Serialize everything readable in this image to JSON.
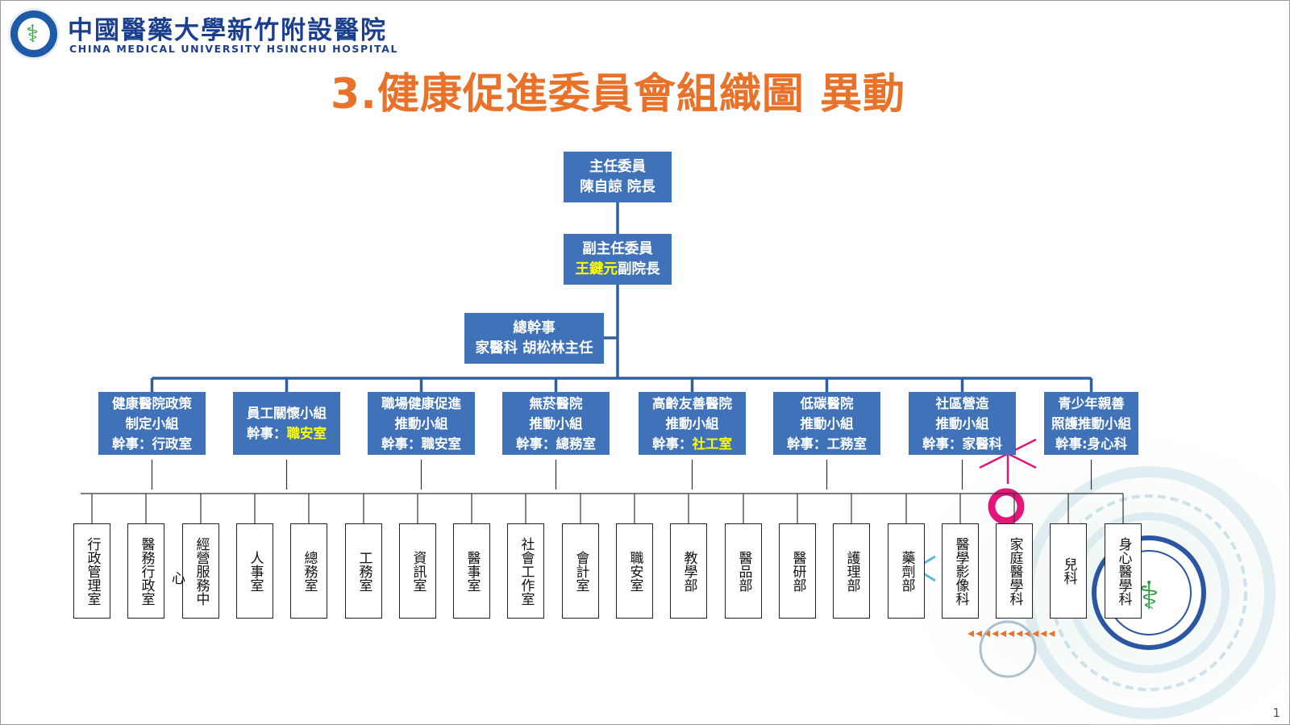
{
  "header": {
    "hospital_zh": "中國醫藥大學新竹附設醫院",
    "hospital_en": "CHINA MEDICAL UNIVERSITY HSINCHU HOSPITAL",
    "title": "3.健康促進委員會組織圖 異動"
  },
  "top": {
    "chair_line1": "主任委員",
    "chair_line2": "陳自諒 院長",
    "vice_line1": "副主任委員",
    "vice_name": "王鍵元",
    "vice_rest": "副院長",
    "sec_line1": "總幹事",
    "sec_line2": "家醫科 胡松林主任"
  },
  "groups": [
    {
      "l1": "健康醫院政策",
      "l2": "制定小組",
      "l3a": "幹事：行政室",
      "l3b": ""
    },
    {
      "l1": "員工關懷小組",
      "l2": "",
      "l3a": "幹事：",
      "l3b": "職安室"
    },
    {
      "l1": "職場健康促進",
      "l2": "推動小組",
      "l3a": "幹事：職安室",
      "l3b": ""
    },
    {
      "l1": "無菸醫院",
      "l2": "推動小組",
      "l3a": "幹事：總務室",
      "l3b": ""
    },
    {
      "l1": "高齡友善醫院",
      "l2": "推動小組",
      "l3a": "幹事：",
      "l3b": "社工室"
    },
    {
      "l1": "低碳醫院",
      "l2": "推動小組",
      "l3a": "幹事：工務室",
      "l3b": ""
    },
    {
      "l1": "社區營造",
      "l2": "推動小組",
      "l3a": "幹事：家醫科",
      "l3b": ""
    },
    {
      "l1": "青少年親善",
      "l2": "照護推動小組",
      "l3a": "幹事:身心科",
      "l3b": ""
    }
  ],
  "departments": [
    "行政管理室",
    "醫務行政室",
    "經營服務中",
    "人事室",
    "總務室",
    "工務室",
    "資訊室",
    "醫事室",
    "社會工作室",
    "會計室",
    "職安室",
    "教學部",
    "醫品部",
    "醫研部",
    "護理部",
    "藥劑部",
    "醫學影像科",
    "家庭醫學科",
    "兒科",
    "身心醫學科"
  ],
  "stray_char": "心",
  "page_number": "1",
  "colors": {
    "box": "#3f72b9",
    "line": "#2f5f9e",
    "title": "#e8722a",
    "highlight": "#ffff00"
  }
}
